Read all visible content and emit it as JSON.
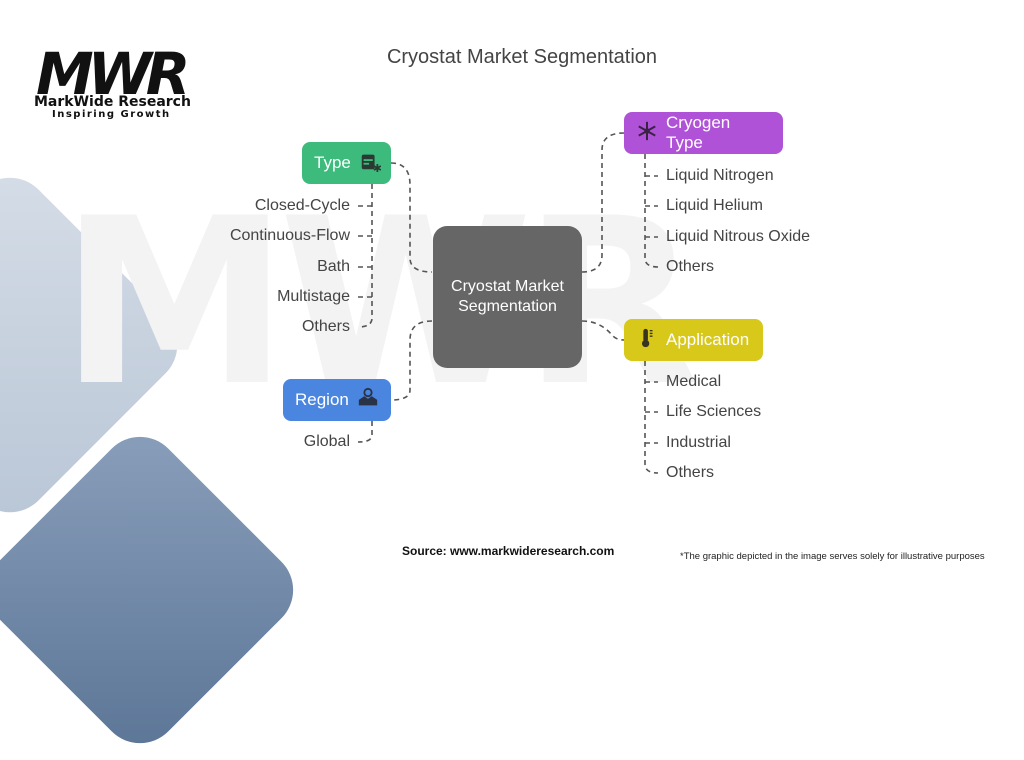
{
  "title": "Cryostat Market Segmentation",
  "logo": {
    "mark": "MWR",
    "name": "MarkWide Research",
    "tagline": "Inspiring Growth",
    "watermark": "MWR"
  },
  "center": {
    "label": "Cryostat Market Segmentation",
    "color": "#666666"
  },
  "categories": {
    "type": {
      "label": "Type",
      "icon": "cryostat-icon",
      "color": "#3dbb7d",
      "items": [
        "Closed-Cycle",
        "Continuous-Flow",
        "Bath",
        "Multistage",
        "Others"
      ]
    },
    "region": {
      "label": "Region",
      "icon": "handshake-icon",
      "color": "#4a86e0",
      "items": [
        "Global"
      ]
    },
    "cryogen": {
      "label": "Cryogen Type",
      "icon": "snowflake-icon",
      "color": "#b052d8",
      "items": [
        "Liquid Nitrogen",
        "Liquid Helium",
        "Liquid Nitrous Oxide",
        "Others"
      ]
    },
    "application": {
      "label": "Application",
      "icon": "thermometer-icon",
      "color": "#d8c81a",
      "items": [
        "Medical",
        "Life Sciences",
        "Industrial",
        "Others"
      ]
    }
  },
  "footer": {
    "source": "Source: www.markwideresearch.com",
    "note": "*The graphic depicted in the image serves solely for illustrative purposes"
  }
}
